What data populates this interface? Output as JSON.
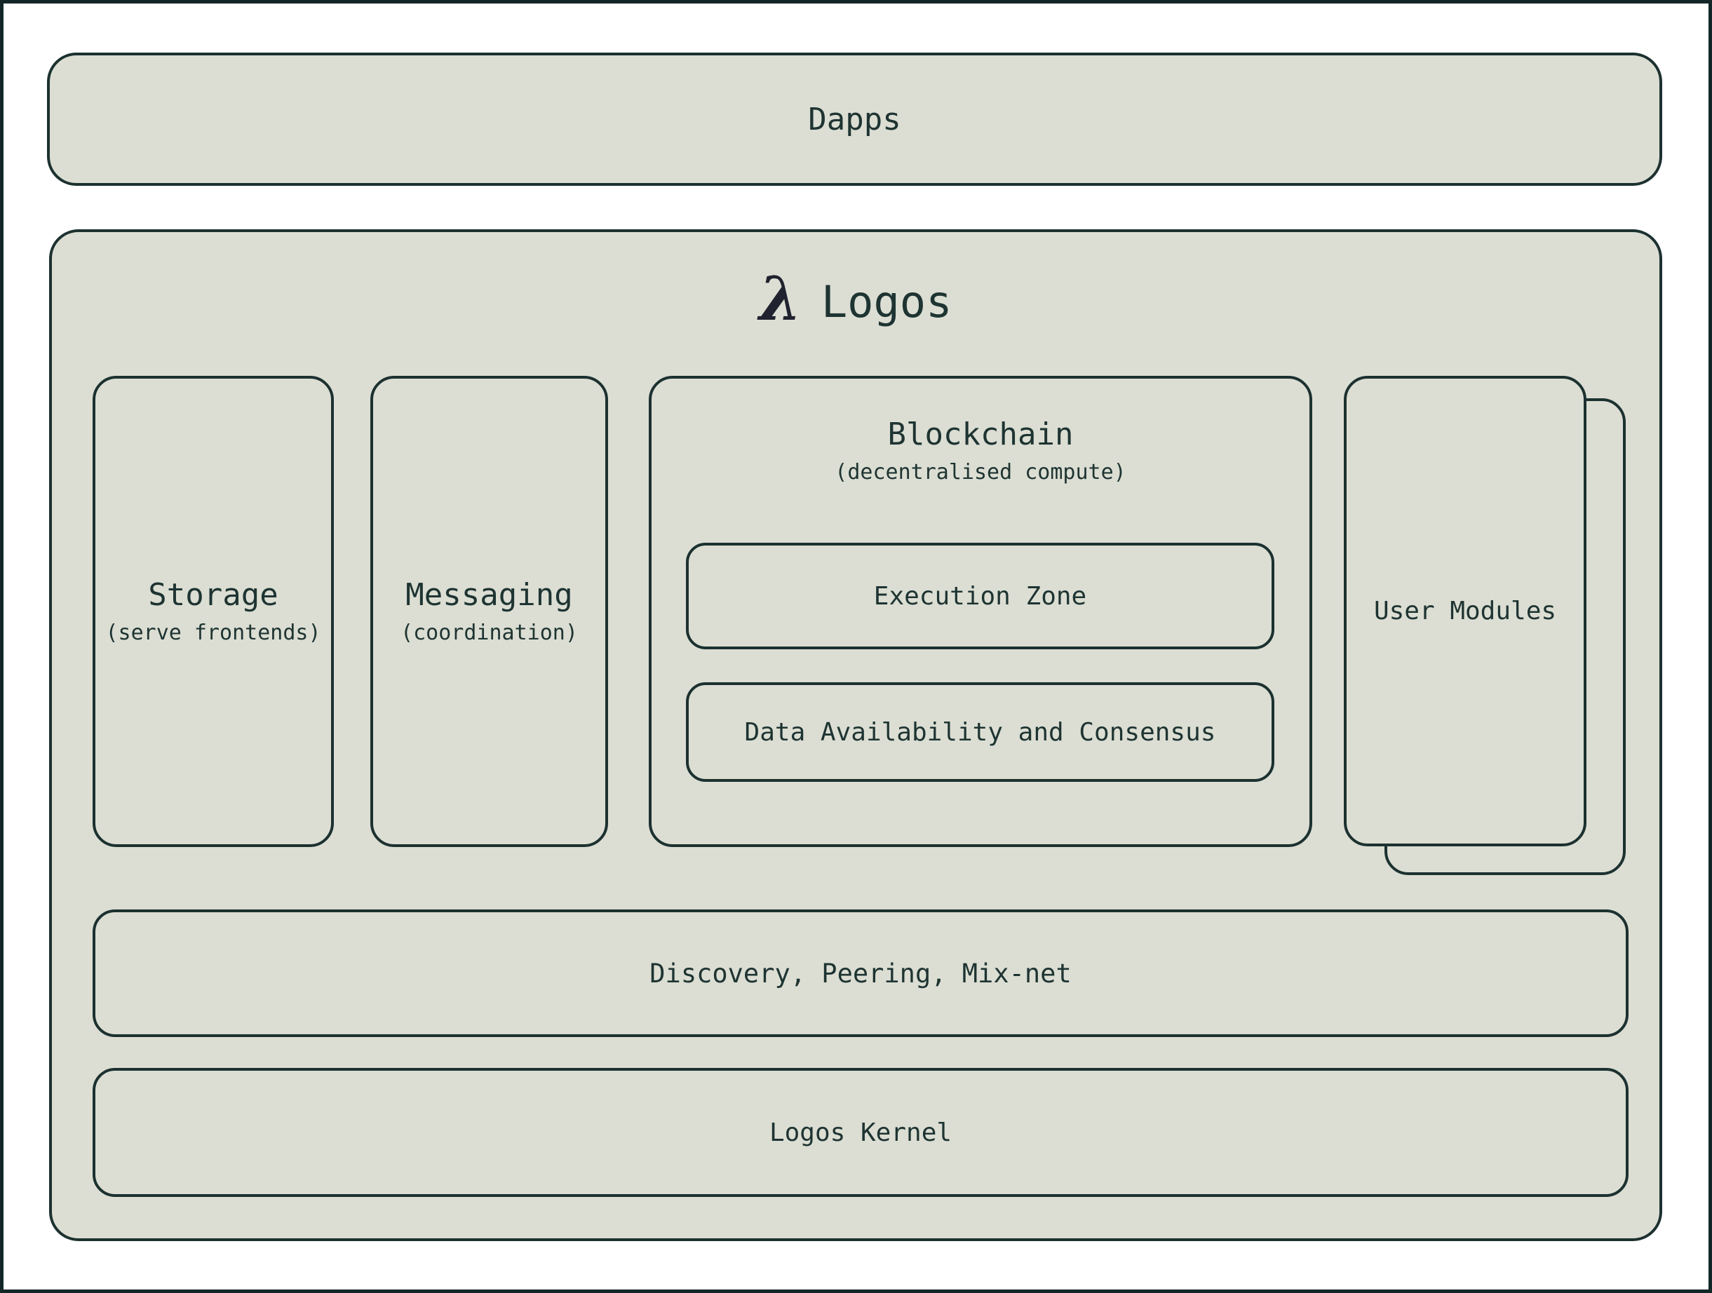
{
  "colors": {
    "page_background": "#ffffff",
    "frame_border": "#132728",
    "box_fill": "#dcded3",
    "box_border": "#1c3130",
    "text": "#1e3432",
    "lambda": "#20222f"
  },
  "dapps": {
    "label": "Dapps"
  },
  "logos": {
    "lambda_glyph": "λ",
    "title": "Logos",
    "storage": {
      "label": "Storage",
      "sublabel": "(serve frontends)"
    },
    "messaging": {
      "label": "Messaging",
      "sublabel": "(coordination)"
    },
    "blockchain": {
      "label": "Blockchain",
      "sublabel": "(decentralised compute)",
      "execution_zone": {
        "label": "Execution Zone"
      },
      "data_availability": {
        "label": "Data Availability and Consensus"
      }
    },
    "user_modules": {
      "label": "User Modules"
    },
    "network": {
      "label": "Discovery, Peering, Mix-net"
    },
    "kernel": {
      "label": "Logos Kernel"
    }
  }
}
